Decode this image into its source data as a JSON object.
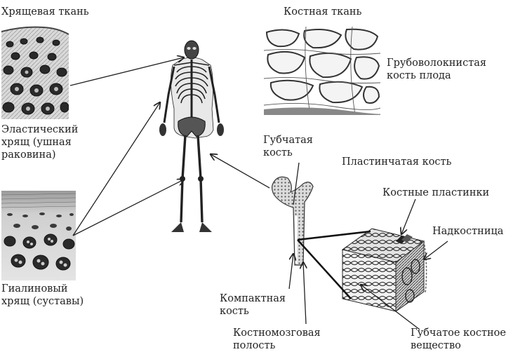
{
  "labels": {
    "cartilage_tissue": "Хрящевая ткань",
    "bone_tissue": "Костная ткань",
    "elastic_cartilage": "Эластический\nхрящ (ушная\nраковина)",
    "hyaline_cartilage": "Гиалиновый\nхрящ (суставы)",
    "coarse_fibered_bone": "Грубоволокнистая\nкость плода",
    "spongy_bone": "Губчатая\nкость",
    "lamellar_bone": "Пластинчатая кость",
    "bone_plates": "Костные пластинки",
    "periosteum": "Надкостница",
    "compact_bone": "Компактная\nкость",
    "marrow_cavity": "Костномозговая\nполость",
    "spongy_substance": "Губчатое костное\nвещество"
  },
  "icons": [
    "skeleton-figure",
    "femur-bone",
    "bone-block"
  ]
}
